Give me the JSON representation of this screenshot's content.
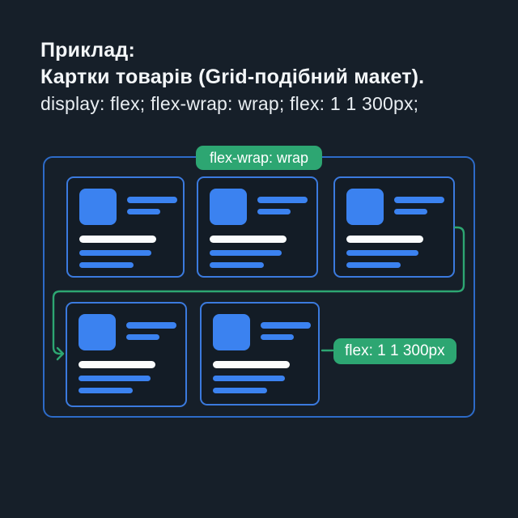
{
  "colors": {
    "background": "#161f29",
    "accent_green": "#2da672",
    "outer_border_blue": "#2d6bc8",
    "card_border_blue": "#3b7ade",
    "bar_blue": "#3b82f0",
    "bar_white": "#fafcfd",
    "card_bg": "#131c26",
    "heading_white": "#f3f6f8",
    "code_white": "#e9eef2"
  },
  "header": {
    "line1": "Приклад:",
    "line2": "Картки товарів (Grid-подібний макет).",
    "line3": "display: flex; flex-wrap: wrap; flex: 1 1 300px;"
  },
  "diagram": {
    "wrap_badge_label": "flex-wrap: wrap",
    "flex_badge_label": "flex: 1 1 300px",
    "rows": [
      {
        "card_count": 3
      },
      {
        "card_count": 2
      }
    ]
  }
}
